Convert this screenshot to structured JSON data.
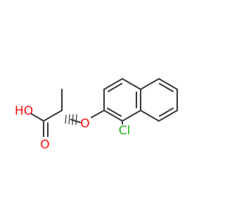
{
  "molecule": {
    "atoms": {
      "oxygen_ether": "O",
      "oxygen_hydroxyl": "HO",
      "oxygen_carbonyl": "O",
      "chlorine": "Cl"
    },
    "colors": {
      "bond": "#3a3a3a",
      "oxygen": "#ff0d0d",
      "chlorine": "#1fb01f"
    }
  }
}
